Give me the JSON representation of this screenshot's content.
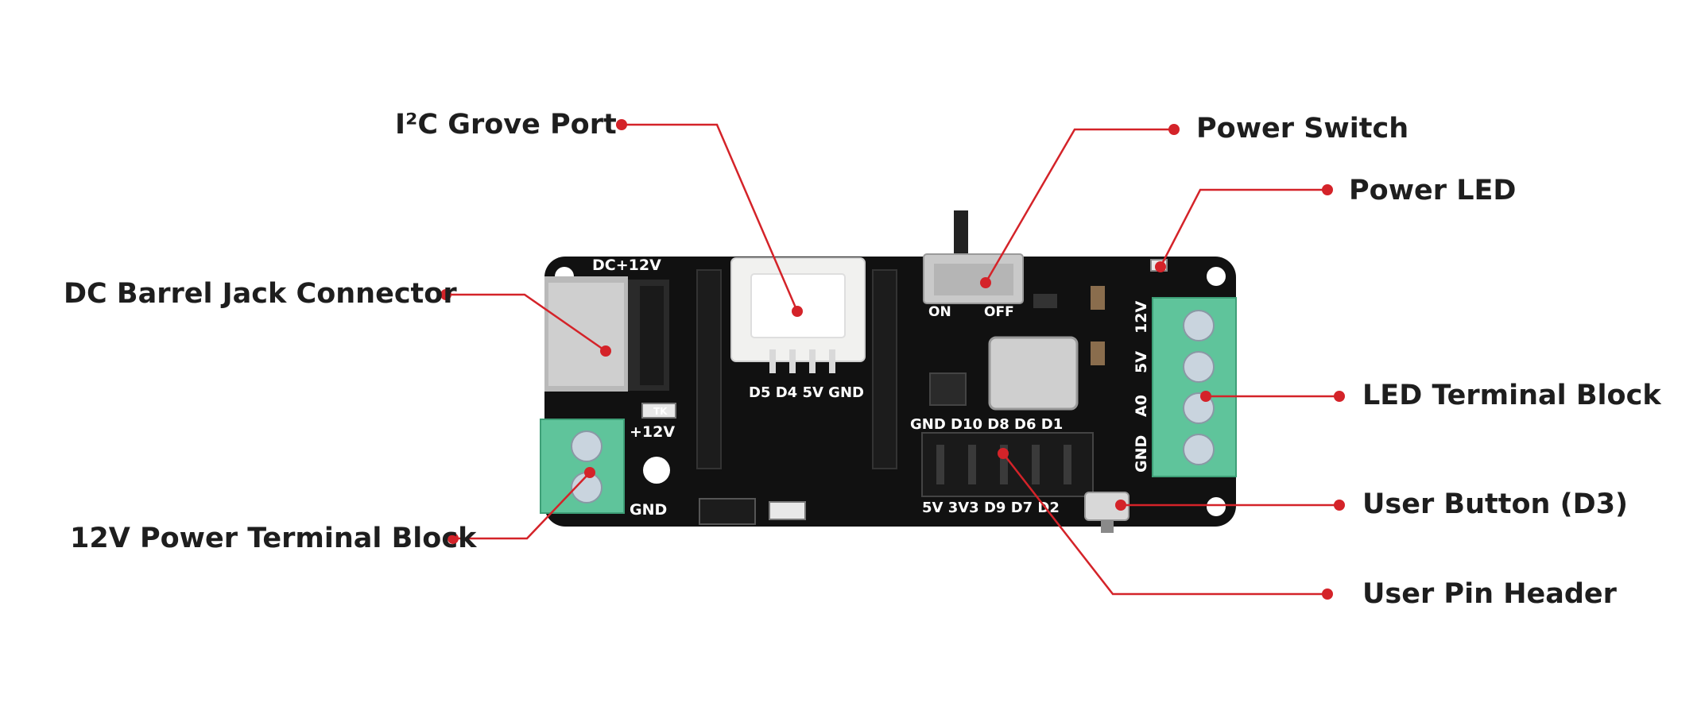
{
  "callouts": {
    "grove_port": "I²C Grove Port",
    "power_switch": "Power Switch",
    "power_led": "Power LED",
    "dc_jack": "DC Barrel Jack Connector",
    "led_terminal": "LED Terminal Block",
    "user_button": "User Button (D3)",
    "power_terminal": "12V Power Terminal Block",
    "pin_header": "User Pin Header"
  },
  "silkscreen": {
    "dc_label": "DC+12V",
    "plus12": "+12V",
    "gnd_left": "GND",
    "grove_pins": "D5 D4 5V GND",
    "on": "ON",
    "off": "OFF",
    "header_top": "GND D10 D8 D6 D1",
    "header_bottom": "5V 3V3 D9 D7 D2",
    "term_12v": "12V",
    "term_5v": "5V",
    "term_a0": "A0",
    "term_gnd": "GND",
    "tk": "TK"
  },
  "colors": {
    "leader": "#d42329",
    "board": "#111111",
    "terminal": "#5fc49b",
    "label": "#1e1e1e"
  }
}
